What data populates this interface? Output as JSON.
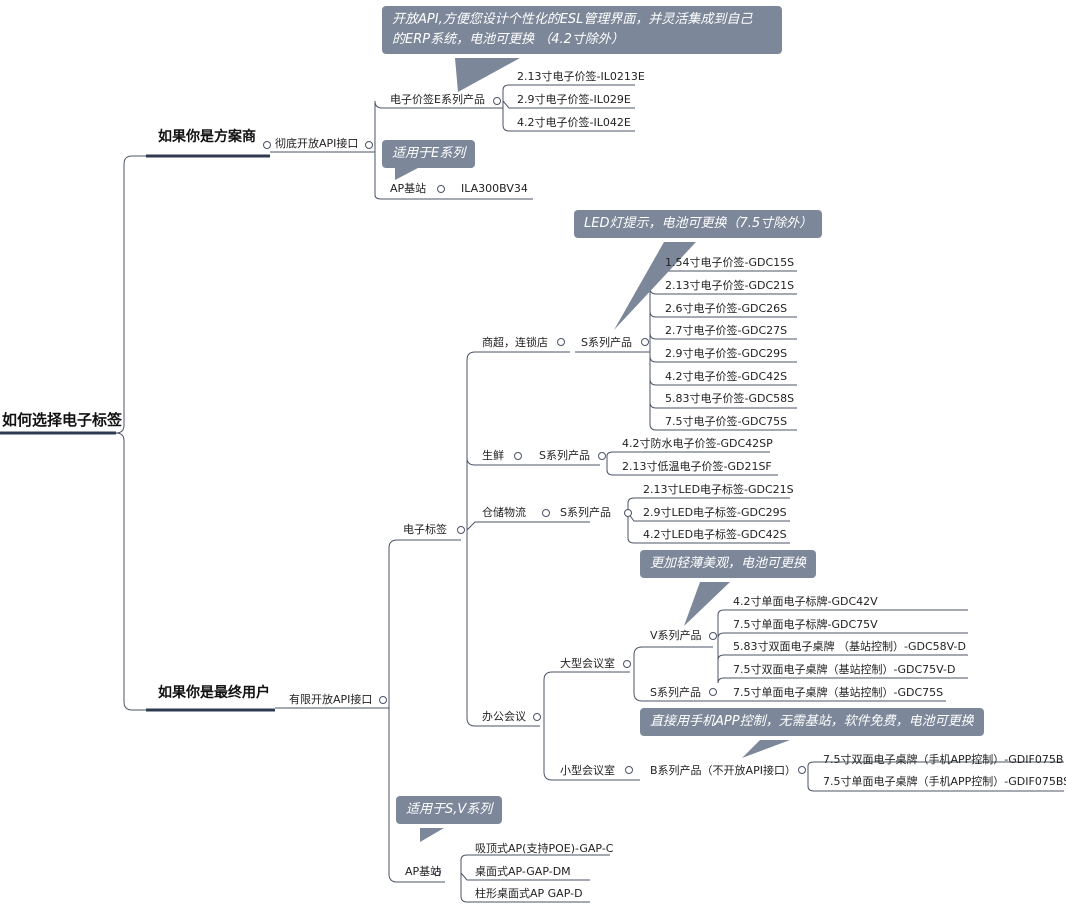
{
  "root": "如何选择电子标签",
  "sections": {
    "provider": {
      "title": "如果你是方案商",
      "api": "彻底开放API接口",
      "e_series": "电子价签E系列产品",
      "e_items": [
        "2.13寸电子价签-IL0213E",
        "2.9寸电子价签-IL029E",
        "4.2寸电子价签-IL042E"
      ],
      "ap_label": "AP基站",
      "ap_model": "ILA300BV34"
    },
    "enduser": {
      "title": "如果你是最终用户",
      "api": "有限开放API接口",
      "esl": "电子标签",
      "supermarket": {
        "label": "商超，连锁店",
        "series": "S系列产品",
        "items": [
          "1.54寸电子价签-GDC15S",
          "2.13寸电子价签-GDC21S",
          "2.6寸电子价签-GDC26S",
          "2.7寸电子价签-GDC27S",
          "2.9寸电子价签-GDC29S",
          "4.2寸电子价签-GDC42S",
          "5.83寸电子价签-GDC58S",
          "7.5寸电子价签-GDC75S"
        ]
      },
      "fresh": {
        "label": "生鲜",
        "series": "S系列产品",
        "items": [
          "4.2寸防水电子价签-GDC42SP",
          "2.13寸低温电子价签-GD21SF"
        ]
      },
      "warehouse": {
        "label": "仓储物流",
        "series": "S系列产品",
        "items": [
          "2.13寸LED电子标签-GDC21S",
          "2.9寸LED电子标签-GDC29S",
          "4.2寸LED电子标签-GDC42S"
        ]
      },
      "office": {
        "label": "办公会议",
        "large_room": "大型会议室",
        "v_series": "V系列产品",
        "v_items": [
          "4.2寸单面电子标牌-GDC42V",
          "7.5寸单面电子标牌-GDC75V",
          "5.83寸双面电子桌牌 （基站控制）-GDC58V-D",
          "7.5寸双面电子桌牌（基站控制）-GDC75V-D"
        ],
        "s_series": "S系列产品",
        "s_item": "7.5寸单面电子桌牌（基站控制）-GDC75S",
        "small_room": "小型会议室",
        "b_series": "B系列产品（不开放API接口）",
        "b_items": [
          "7.5寸双面电子桌牌（手机APP控制）-GDIF075B",
          "7.5寸单面电子桌牌（手机APP控制）-GDIF075BS"
        ]
      },
      "ap_label": "AP基站",
      "ap_items": [
        "吸顶式AP(支持POE)-GAP-C",
        "桌面式AP-GAP-DM",
        "柱形桌面式AP GAP-D"
      ]
    }
  },
  "callouts": {
    "api_note": [
      "开放API,方便您设计个性化的ESL管理界面，并灵活集成到自己",
      "的ERP系统，电池可更换 （4.2寸除外）"
    ],
    "e_ap_note": "适用于E系列",
    "led_note": "LED灯提示，电池可更换（7.5寸除外）",
    "v_note": "更加轻薄美观，电池可更换",
    "b_note": "直接用手机APP控制，无需基站，软件免费，电池可更换",
    "ap_note": "适用于S,V系列"
  },
  "colors": {
    "line": "#4a5366",
    "underline": "#2e3a52",
    "callout": "#7c8799"
  }
}
